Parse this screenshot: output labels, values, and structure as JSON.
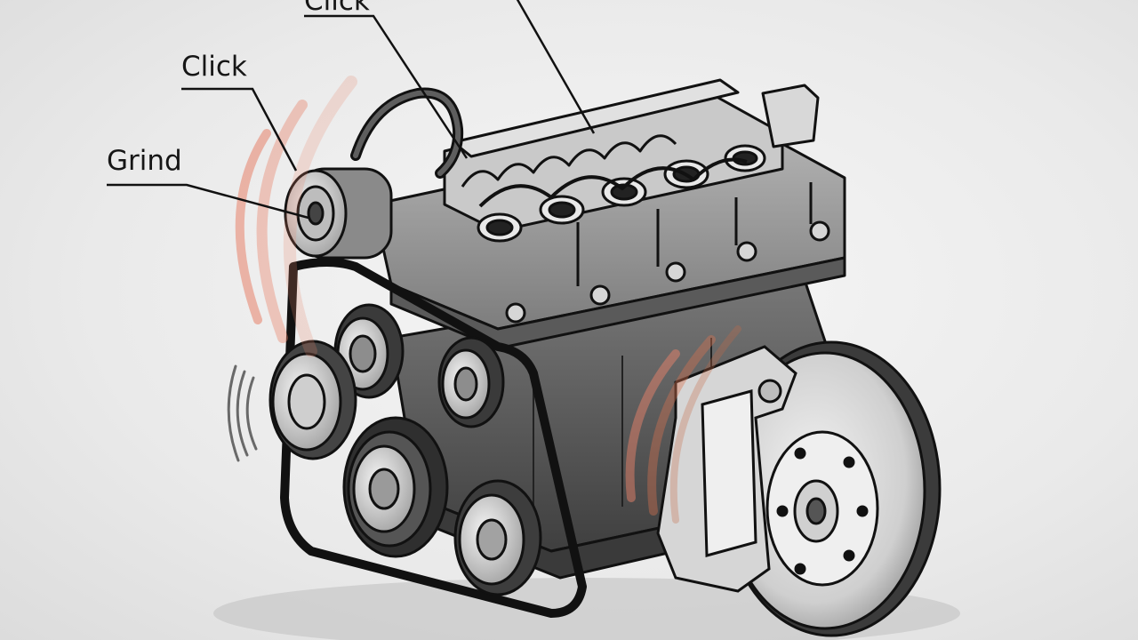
{
  "callouts": [
    {
      "label": "Click"
    },
    {
      "label": "Click"
    },
    {
      "label": "Grind"
    }
  ],
  "colors": {
    "background": "#ececec",
    "outline": "#111111",
    "block_dark": "#4a4a4a",
    "block_mid": "#6b6b6b",
    "block_light": "#9a9a9a",
    "metal_light": "#d8d8d8",
    "sound_wave": "#e8826a"
  },
  "icons": [
    "sound-wave-icon",
    "vibration-icon"
  ]
}
